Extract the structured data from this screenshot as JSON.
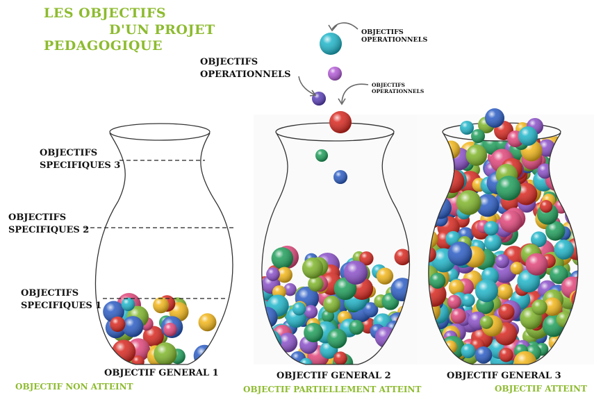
{
  "title": {
    "line1": "LES OBJECTIFS",
    "line2": "D'UN PROJET",
    "line3": "PEDAGOGIQUE"
  },
  "labels": {
    "op_top": "OBJECTIFS OPERATIONNELS",
    "op_left_1": "OBJECTIFS",
    "op_left_2": "OPERATIONNELS",
    "op_small": "OBJECTIFS OPERATIONNELS"
  },
  "specifics": [
    {
      "line1": "OBJECTIFS",
      "line2": "SPECIFIQUES 3"
    },
    {
      "line1": "OBJECTIFS",
      "line2": "SPECIFIQUES 2"
    },
    {
      "line1": "OBJECTIFS",
      "line2": "SPECIFIQUES 1"
    }
  ],
  "vases": [
    {
      "general": "OBJECTIF GENERAL 1",
      "status": "OBJECTIF NON ATTEINT"
    },
    {
      "general": "OBJECTIF GENERAL 2",
      "status": "OBJECTIF PARTIELLEMENT ATTEINT"
    },
    {
      "general": "OBJECTIF GENERAL 3",
      "status": "OBJECTIF ATTEINT"
    }
  ],
  "colors": {
    "title": "#8dbb2f",
    "balls": [
      "#1fb5c9",
      "#7fb52a",
      "#d8271f",
      "#f2b619",
      "#8a4fc8",
      "#2a5cc4",
      "#1e9e5a",
      "#e0457a"
    ]
  }
}
